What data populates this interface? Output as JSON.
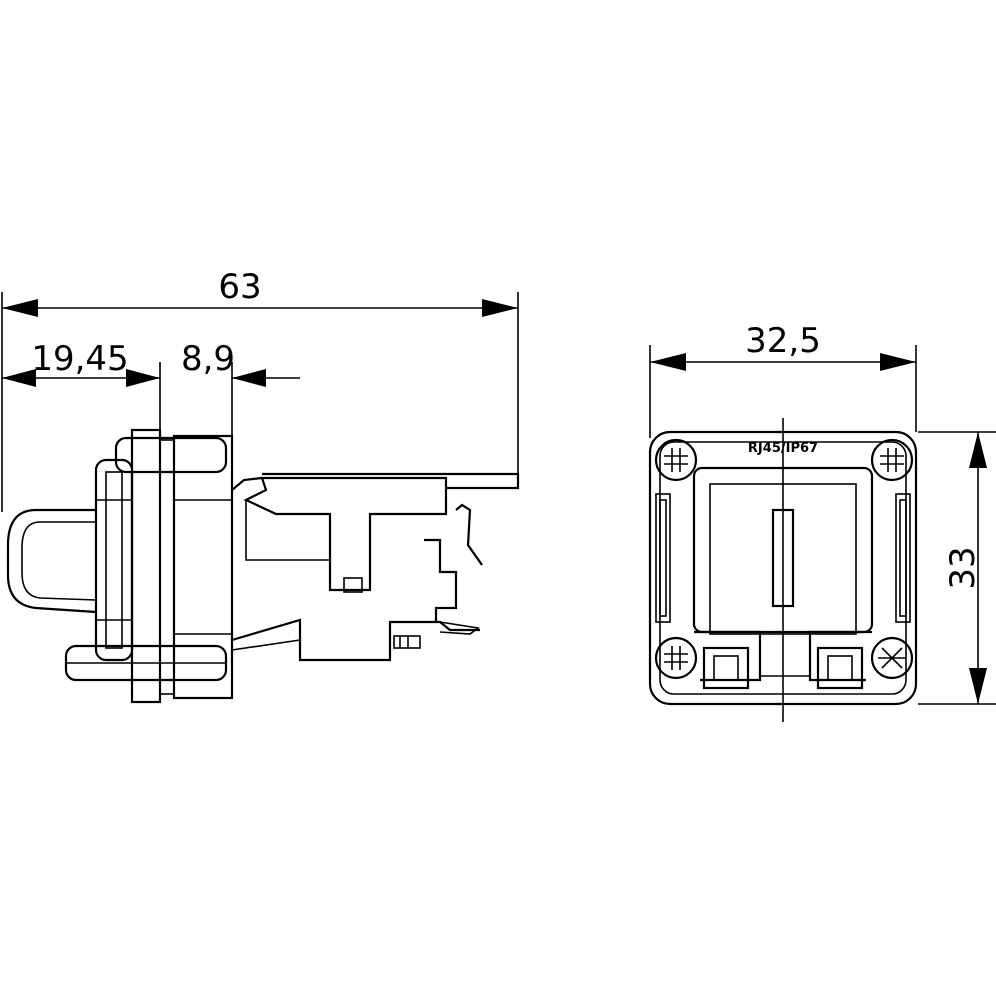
{
  "side_view": {
    "dims": {
      "overall_length": "63",
      "front_offset": "19,45",
      "flange_thickness": "8,9"
    }
  },
  "front_view": {
    "label": "RJ45/IP67",
    "dims": {
      "width": "32,5",
      "height": "33"
    }
  }
}
